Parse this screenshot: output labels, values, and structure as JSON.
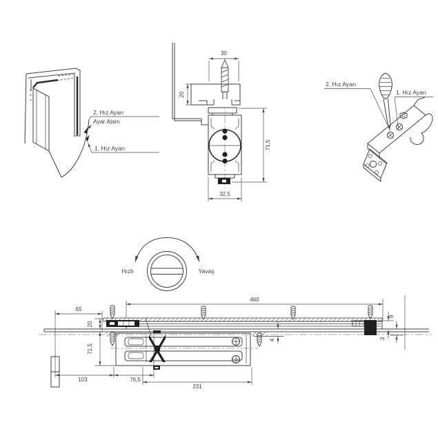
{
  "colors": {
    "line": "#3d3d3d",
    "background": "#ffffff",
    "ink": "#1f1f1f"
  },
  "door_view": {
    "label_speed2": "2. Hız Ayarı",
    "label_area": "Ayar Alanı",
    "label_speed1": "1. Hız Ayarı"
  },
  "section_view": {
    "dim_top_width": "30",
    "dim_frame_depth": "20",
    "dim_body_height": "71,5",
    "dim_body_width": "32,5"
  },
  "perspective_view": {
    "label_speed2": "2. Hız Ayarı",
    "label_speed1": "1. Hız Ayarı"
  },
  "adjustment_dial": {
    "label_fast": "Hızlı",
    "label_slow": "Yavaş"
  },
  "side_view": {
    "dim_rail_length": "460",
    "dim_left_offset": "65",
    "dim_rail_height": "20",
    "dim_body_drop": "71,5",
    "dim_edge_to_body": "103",
    "dim_body_to_pinion": "76,5",
    "dim_body_length": "231",
    "dim_arm_gap": "4",
    "dim_slider_depth": "9",
    "dim_door_gap": "3"
  }
}
